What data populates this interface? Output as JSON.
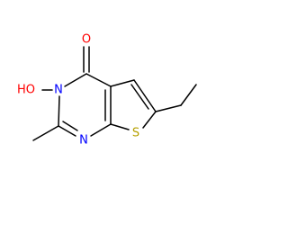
{
  "molecule": {
    "atoms": [
      {
        "id": "O_carbonyl",
        "label": "O",
        "color": "#ff0000"
      },
      {
        "id": "N3",
        "label": "N",
        "color": "#0000ff"
      },
      {
        "id": "HO",
        "label": "HO",
        "color": "#ff0000"
      },
      {
        "id": "N1",
        "label": "N",
        "color": "#0000ff"
      },
      {
        "id": "S",
        "label": "S",
        "color": "#b5a000"
      }
    ],
    "bond_color": "#000000"
  }
}
